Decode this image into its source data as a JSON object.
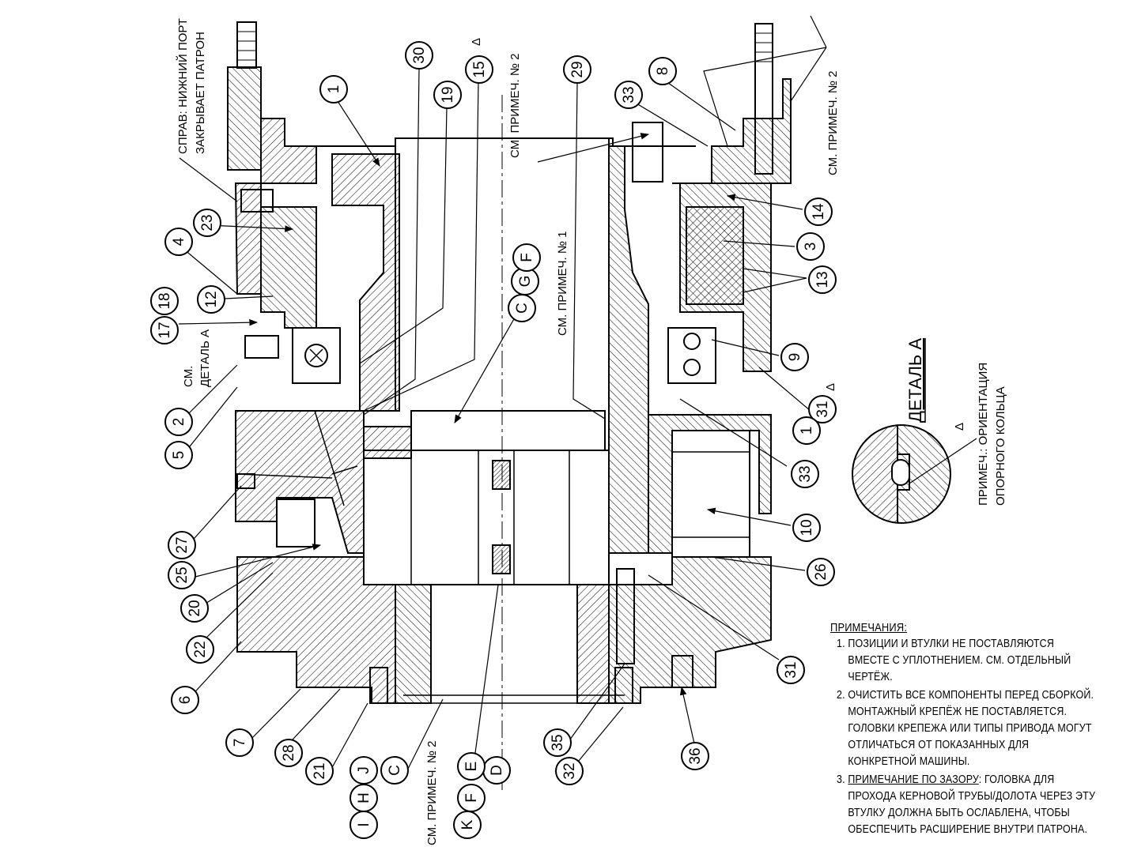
{
  "balloons": [
    {
      "id": "b1",
      "text": "1"
    },
    {
      "id": "b30",
      "text": "30"
    },
    {
      "id": "b19",
      "text": "19"
    },
    {
      "id": "b15",
      "text": "15"
    },
    {
      "id": "b29",
      "text": "29"
    },
    {
      "id": "b33a",
      "text": "33"
    },
    {
      "id": "b8",
      "text": "8"
    },
    {
      "id": "b23",
      "text": "23"
    },
    {
      "id": "b4",
      "text": "4"
    },
    {
      "id": "b12",
      "text": "12"
    },
    {
      "id": "b18",
      "text": "18"
    },
    {
      "id": "b17",
      "text": "17"
    },
    {
      "id": "b2",
      "text": "2"
    },
    {
      "id": "b5",
      "text": "5"
    },
    {
      "id": "b14",
      "text": "14"
    },
    {
      "id": "b3",
      "text": "3"
    },
    {
      "id": "b13",
      "text": "13"
    },
    {
      "id": "b9",
      "text": "9"
    },
    {
      "id": "b31a",
      "text": "31"
    },
    {
      "id": "b1b",
      "text": "1"
    },
    {
      "id": "b33b",
      "text": "33"
    },
    {
      "id": "b10",
      "text": "10"
    },
    {
      "id": "b26",
      "text": "26"
    },
    {
      "id": "b31b",
      "text": "31"
    },
    {
      "id": "b27",
      "text": "27"
    },
    {
      "id": "b25",
      "text": "25"
    },
    {
      "id": "b20",
      "text": "20"
    },
    {
      "id": "b22",
      "text": "22"
    },
    {
      "id": "b6",
      "text": "6"
    },
    {
      "id": "b7",
      "text": "7"
    },
    {
      "id": "b28",
      "text": "28"
    },
    {
      "id": "b21",
      "text": "21"
    },
    {
      "id": "b35",
      "text": "35"
    },
    {
      "id": "b32",
      "text": "32"
    },
    {
      "id": "b36",
      "text": "36"
    },
    {
      "id": "bD",
      "text": "D"
    },
    {
      "id": "bE",
      "text": "E"
    },
    {
      "id": "bF2",
      "text": "F"
    },
    {
      "id": "bK",
      "text": "K"
    },
    {
      "id": "bC2",
      "text": "C"
    },
    {
      "id": "bJ",
      "text": "J"
    },
    {
      "id": "bH",
      "text": "H"
    },
    {
      "id": "bI",
      "text": "I"
    },
    {
      "id": "bC",
      "text": "C"
    },
    {
      "id": "bG",
      "text": "G"
    },
    {
      "id": "bF",
      "text": "F"
    }
  ],
  "labels": {
    "right_port_1": "СПРАВ: НИЖНИЙ ПОРТ",
    "right_port_2": "ЗАКРЫВАЕТ ПАТРОН",
    "see_note2_top": "СМ. ПРИМЕЧ. № 2",
    "see_note1": "СМ. ПРИМЕЧ. № 1",
    "see_note2_right": "СМ. ПРИМЕЧ. № 2",
    "see_note2_bottom": "СМ. ПРИМЕЧ. № 2",
    "see_detail_1": "СМ.",
    "see_detail_2": "ДЕТАЛЬ А",
    "detail_a_title": "ДЕТАЛЬ А",
    "detail_note_1": "ПРИМЕЧ.: ОРИЕНТАЦИЯ",
    "detail_note_2": "ОПОРНОГО КОЛЬЦА",
    "delta": "Δ"
  },
  "notes": {
    "heading": "ПРИМЕЧАНИЯ:",
    "items": [
      {
        "lead": "",
        "text": "ПОЗИЦИИ И ВТУЛКИ НЕ ПОСТАВЛЯЮТСЯ ВМЕСТЕ С УПЛОТНЕНИЕМ. СМ. ОТДЕЛЬНЫЙ ЧЕРТЁЖ."
      },
      {
        "lead": "",
        "text": "ОЧИСТИТЬ ВСЕ КОМПОНЕНТЫ ПЕРЕД СБОРКОЙ. МОНТАЖНЫЙ КРЕПЁЖ НЕ ПОСТАВЛЯЕТСЯ. ГОЛОВКИ КРЕПЕЖА ИЛИ ТИПЫ ПРИВОДА МОГУТ ОТЛИЧАТЬСЯ ОТ ПОКАЗАННЫХ ДЛЯ КОНКРЕТНОЙ МАШИНЫ."
      },
      {
        "lead": "ПРИМЕЧАНИЕ ПО ЗАЗОРУ",
        "text": ": ГОЛОВКА ДЛЯ ПРОХОДА КЕРНОВОЙ ТРУБЫ/ДОЛОТА ЧЕРЕЗ ЭТУ ВТУЛКУ ДОЛЖНА БЫТЬ ОСЛАБЛЕНА, ЧТОБЫ ОБЕСПЕЧИТЬ РАСШИРЕНИЕ ВНУТРИ ПАТРОНА."
      }
    ]
  }
}
